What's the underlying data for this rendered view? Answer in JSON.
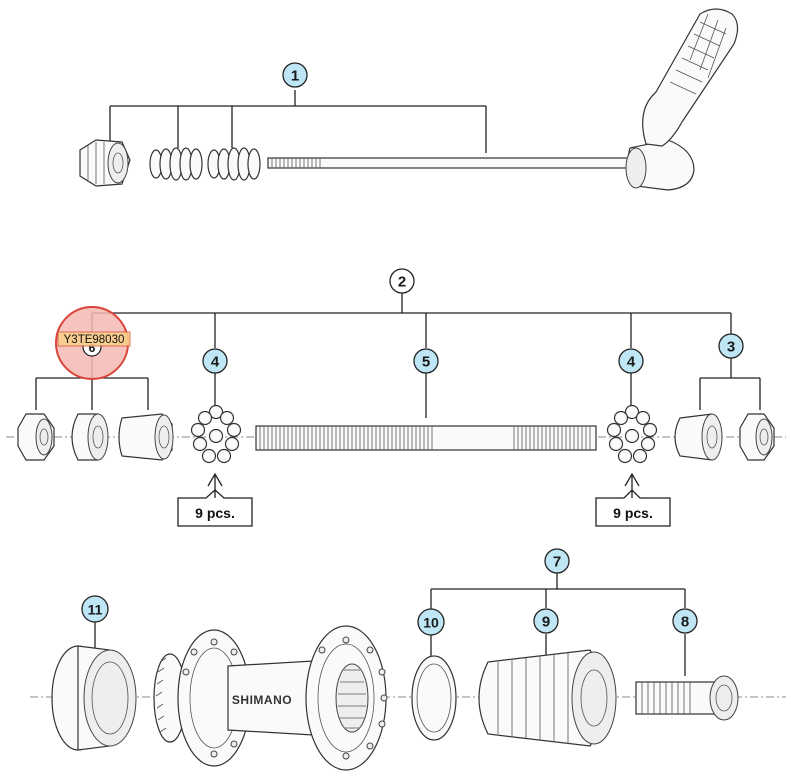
{
  "callouts": [
    {
      "number": "1",
      "color": "#bfe6f5"
    },
    {
      "number": "2",
      "color": "#ffffff"
    },
    {
      "number": "3",
      "color": "#bfe6f5"
    },
    {
      "number": "4",
      "color": "#bfe6f5"
    },
    {
      "number": "5",
      "color": "#bfe6f5"
    },
    {
      "number": "4",
      "color": "#bfe6f5"
    },
    {
      "number": "6",
      "color": "#ffffff"
    },
    {
      "number": "7",
      "color": "#bfe6f5"
    },
    {
      "number": "8",
      "color": "#bfe6f5"
    },
    {
      "number": "9",
      "color": "#bfe6f5"
    },
    {
      "number": "10",
      "color": "#bfe6f5"
    },
    {
      "number": "11",
      "color": "#bfe6f5"
    }
  ],
  "ball_labels": {
    "left": "9 pcs.",
    "right": "9 pcs."
  },
  "hub_brand": "SHIMANO",
  "highlight": {
    "code": "Y3TE98030",
    "fill": "#f6b9b4",
    "stroke": "#d9453a"
  }
}
